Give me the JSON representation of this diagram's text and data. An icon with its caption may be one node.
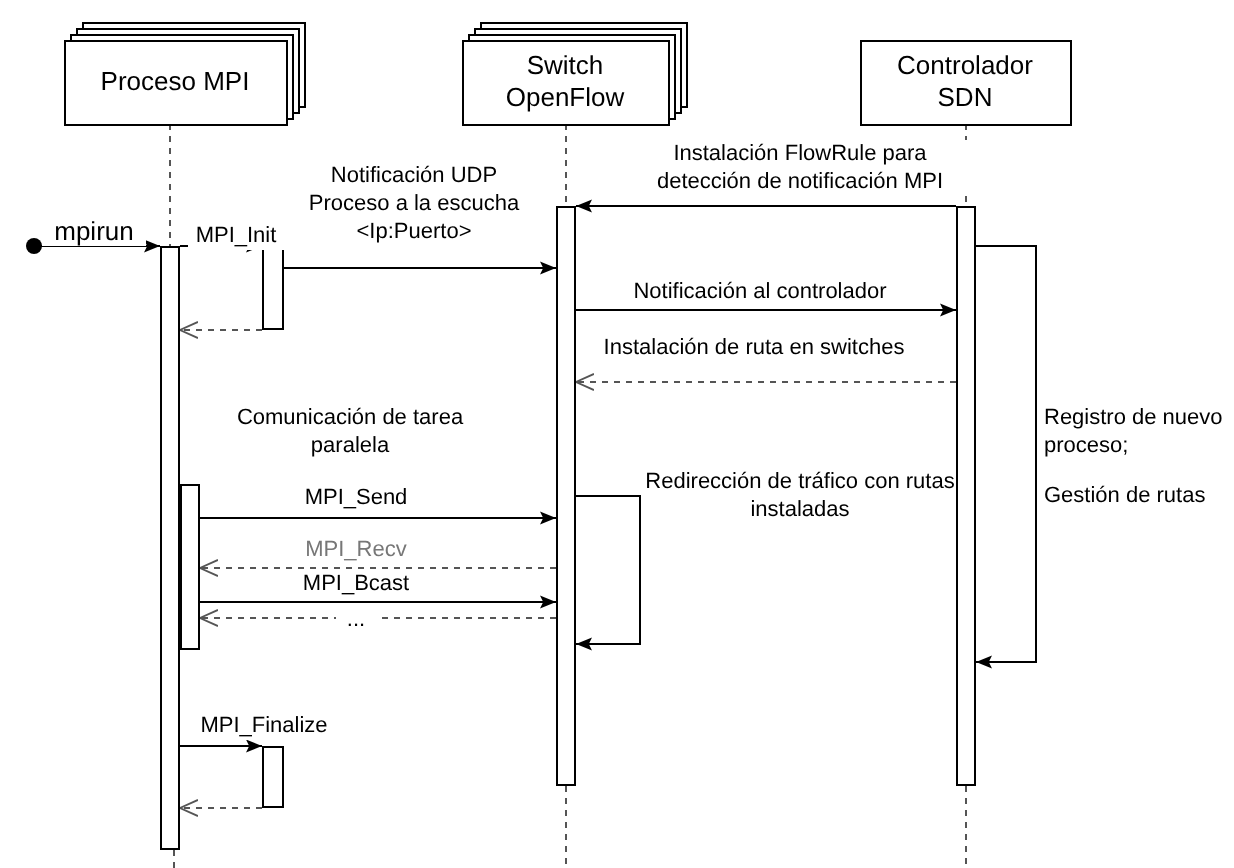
{
  "diagram": {
    "nodes": [
      {
        "text": [
          "Proceso MPI"
        ]
      },
      {
        "text": [
          "Switch OpenFlow"
        ]
      },
      {
        "text": [
          "Controlador SDN"
        ]
      },
      {
        "text": [],
        "shape": "circle"
      },
      {
        "text": [],
        "shape": "bar"
      },
      {
        "text": [],
        "shape": "bar"
      },
      {
        "text": [],
        "shape": "bar"
      },
      {
        "text": [],
        "shape": "bar"
      },
      {
        "text": [],
        "shape": "bar"
      },
      {
        "text": [],
        "shape": "bar"
      }
    ],
    "edges": [
      {
        "from": 0,
        "to": 4,
        "arrow": "none",
        "style": "dashed"
      },
      {
        "from": 1,
        "to": 8,
        "arrow": "none",
        "style": "dashed"
      },
      {
        "from": 2,
        "to": 9,
        "arrow": "none",
        "style": "dashed"
      },
      {
        "from": 3,
        "to": 4,
        "arrow": "to",
        "label": "mpirun"
      },
      {
        "from": 4,
        "to": 5,
        "arrow": "to",
        "label": "MPI_Init"
      },
      {
        "from": 5,
        "to": 8,
        "arrow": "to",
        "label": "Notificación UDP Proceso a la escucha <Ip:Puerto>"
      },
      {
        "from": 5,
        "to": 4,
        "arrow": "to",
        "style": "dashed"
      },
      {
        "from": 9,
        "to": 8,
        "arrow": "to",
        "label": "Instalación FlowRule para detección de notificación MPI"
      },
      {
        "from": 8,
        "to": 9,
        "arrow": "to",
        "label": "Notificación al controlador"
      },
      {
        "from": 9,
        "to": 8,
        "arrow": "to",
        "style": "dashed",
        "label": "Instalación de ruta en switches"
      },
      {
        "from": 9,
        "to": 9,
        "arrow": "to"
      },
      {
        "from": 8,
        "to": 8,
        "arrow": "to"
      },
      {
        "from": 6,
        "to": 8,
        "arrow": "to",
        "label": "MPI_Send"
      },
      {
        "from": 8,
        "to": 6,
        "arrow": "to",
        "style": "dashed",
        "label": "MPI_Recv"
      },
      {
        "from": 6,
        "to": 8,
        "arrow": "to",
        "label": "MPI_Bcast"
      },
      {
        "from": 8,
        "to": 6,
        "arrow": "to",
        "style": "dashed",
        "label": "..."
      },
      {
        "from": 4,
        "to": 7,
        "arrow": "to",
        "label": "MPI_Finalize"
      },
      {
        "from": 7,
        "to": 4,
        "arrow": "to",
        "style": "dashed"
      }
    ],
    "labels": [
      "Comunicación de tarea paralela",
      "Redirección de tráfico con rutas instaladas",
      "Registro de nuevo proceso;",
      "Gestión de rutas"
    ]
  }
}
